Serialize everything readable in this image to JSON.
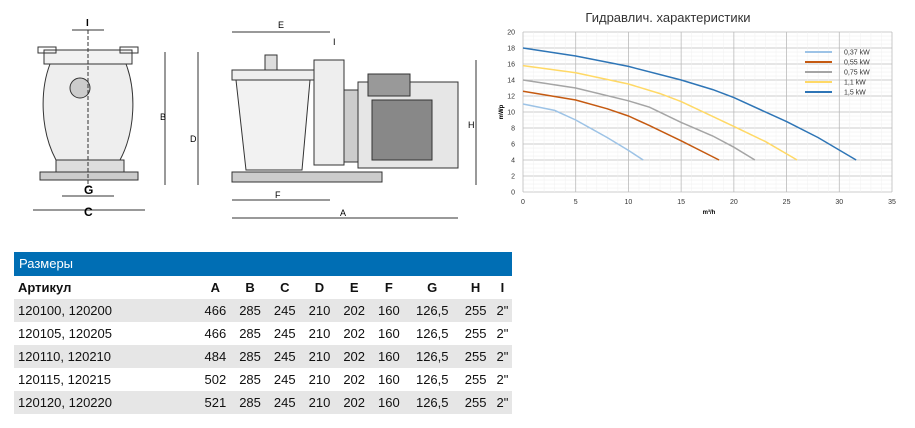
{
  "drawing": {
    "labels": [
      "I",
      "G",
      "C",
      "E",
      "I",
      "B",
      "D",
      "H",
      "F",
      "A"
    ]
  },
  "chart_data": {
    "type": "line",
    "title": "Гидравлич. характеристики",
    "xlabel": "m³/h",
    "ylabel": "mWp",
    "xlim": [
      0,
      35
    ],
    "ylim": [
      0,
      20
    ],
    "xticks": [
      "0",
      "5",
      "10",
      "15",
      "20",
      "25",
      "30",
      "35"
    ],
    "yticks": [
      "0",
      "2",
      "4",
      "6",
      "8",
      "10",
      "12",
      "14",
      "16",
      "18",
      "20"
    ],
    "grid": true,
    "legend": "top-right",
    "series": [
      {
        "name": "0,37 kW",
        "color": "#9dc3e6",
        "points": [
          [
            0,
            11
          ],
          [
            3,
            10.2
          ],
          [
            5,
            9
          ],
          [
            8,
            6.8
          ],
          [
            10,
            5.2
          ],
          [
            11.4,
            4
          ]
        ]
      },
      {
        "name": "0,55 kW",
        "color": "#c55a11",
        "points": [
          [
            0,
            12.6
          ],
          [
            5,
            11.5
          ],
          [
            8,
            10.4
          ],
          [
            10,
            9.5
          ],
          [
            12,
            8.3
          ],
          [
            15,
            6.4
          ],
          [
            18.6,
            4
          ]
        ]
      },
      {
        "name": "0,75 kW",
        "color": "#a5a5a5",
        "points": [
          [
            0,
            14
          ],
          [
            5,
            13
          ],
          [
            10,
            11.4
          ],
          [
            12,
            10.6
          ],
          [
            15,
            8.7
          ],
          [
            18,
            7
          ],
          [
            20,
            5.6
          ],
          [
            22,
            4
          ]
        ]
      },
      {
        "name": "1,1 kW",
        "color": "#ffd966",
        "points": [
          [
            0,
            15.8
          ],
          [
            5,
            14.9
          ],
          [
            10,
            13.5
          ],
          [
            13,
            12.3
          ],
          [
            15,
            11.3
          ],
          [
            20,
            8.2
          ],
          [
            23,
            6.3
          ],
          [
            26,
            4
          ]
        ]
      },
      {
        "name": "1,5 kW",
        "color": "#2e75b6",
        "points": [
          [
            0,
            18
          ],
          [
            5,
            17
          ],
          [
            10,
            15.7
          ],
          [
            15,
            14
          ],
          [
            18,
            12.8
          ],
          [
            20,
            11.8
          ],
          [
            25,
            8.8
          ],
          [
            28,
            6.8
          ],
          [
            31.6,
            4
          ]
        ]
      }
    ]
  },
  "table": {
    "title": "Размеры",
    "headers": [
      "Артикул",
      "A",
      "B",
      "C",
      "D",
      "E",
      "F",
      "G",
      "H",
      "I"
    ],
    "rows": [
      [
        "120100, 120200",
        "466",
        "285",
        "245",
        "210",
        "202",
        "160",
        "126,5",
        "255",
        "2\""
      ],
      [
        "120105, 120205",
        "466",
        "285",
        "245",
        "210",
        "202",
        "160",
        "126,5",
        "255",
        "2\""
      ],
      [
        "120110, 120210",
        "484",
        "285",
        "245",
        "210",
        "202",
        "160",
        "126,5",
        "255",
        "2\""
      ],
      [
        "120115, 120215",
        "502",
        "285",
        "245",
        "210",
        "202",
        "160",
        "126,5",
        "255",
        "2\""
      ],
      [
        "120120, 120220",
        "521",
        "285",
        "245",
        "210",
        "202",
        "160",
        "126,5",
        "255",
        "2\""
      ]
    ]
  }
}
